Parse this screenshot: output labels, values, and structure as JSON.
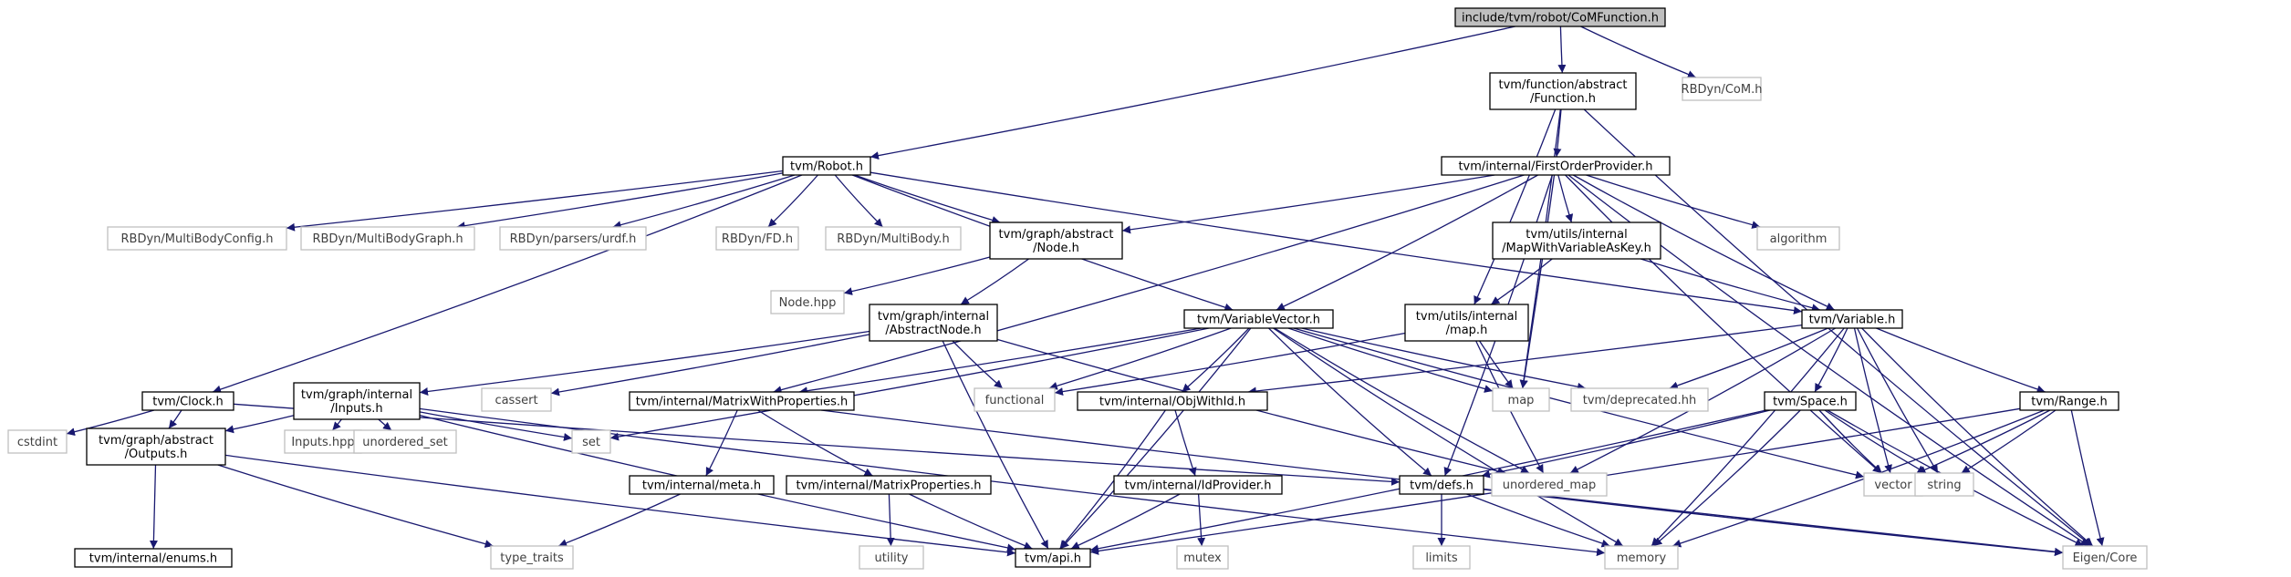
{
  "colors": {
    "edge": "#191970",
    "node_border": "#000000",
    "node_border_external": "#bfbfbf",
    "root_fill": "#bfbfbf",
    "text": "#000000",
    "text_external": "#404040"
  },
  "nodes": [
    {
      "id": "root",
      "lines": [
        "include/tvm/robot/CoMFunction.h"
      ],
      "kind": "root"
    },
    {
      "id": "function",
      "lines": [
        "tvm/function/abstract",
        "/Function.h"
      ],
      "kind": "local"
    },
    {
      "id": "rbdyn_com",
      "lines": [
        "RBDyn/CoM.h"
      ],
      "kind": "external"
    },
    {
      "id": "robot",
      "lines": [
        "tvm/Robot.h"
      ],
      "kind": "local"
    },
    {
      "id": "first_order",
      "lines": [
        "tvm/internal/FirstOrderProvider.h"
      ],
      "kind": "local"
    },
    {
      "id": "mbc",
      "lines": [
        "RBDyn/MultiBodyConfig.h"
      ],
      "kind": "external"
    },
    {
      "id": "mbg",
      "lines": [
        "RBDyn/MultiBodyGraph.h"
      ],
      "kind": "external"
    },
    {
      "id": "urdf",
      "lines": [
        "RBDyn/parsers/urdf.h"
      ],
      "kind": "external"
    },
    {
      "id": "fd",
      "lines": [
        "RBDyn/FD.h"
      ],
      "kind": "external"
    },
    {
      "id": "mb",
      "lines": [
        "RBDyn/MultiBody.h"
      ],
      "kind": "external"
    },
    {
      "id": "node_h",
      "lines": [
        "tvm/graph/abstract",
        "/Node.h"
      ],
      "kind": "local"
    },
    {
      "id": "mapwithvar",
      "lines": [
        "tvm/utils/internal",
        "/MapWithVariableAsKey.h"
      ],
      "kind": "local"
    },
    {
      "id": "algorithm",
      "lines": [
        "algorithm"
      ],
      "kind": "external"
    },
    {
      "id": "node_hpp",
      "lines": [
        "Node.hpp"
      ],
      "kind": "external"
    },
    {
      "id": "abstractnode",
      "lines": [
        "tvm/graph/internal",
        "/AbstractNode.h"
      ],
      "kind": "local"
    },
    {
      "id": "varvec",
      "lines": [
        "tvm/VariableVector.h"
      ],
      "kind": "local"
    },
    {
      "id": "map_h",
      "lines": [
        "tvm/utils/internal",
        "/map.h"
      ],
      "kind": "local"
    },
    {
      "id": "variable",
      "lines": [
        "tvm/Variable.h"
      ],
      "kind": "local"
    },
    {
      "id": "clock",
      "lines": [
        "tvm/Clock.h"
      ],
      "kind": "local"
    },
    {
      "id": "inputs",
      "lines": [
        "tvm/graph/internal",
        "/Inputs.h"
      ],
      "kind": "local"
    },
    {
      "id": "cassert",
      "lines": [
        "cassert"
      ],
      "kind": "external"
    },
    {
      "id": "mwp",
      "lines": [
        "tvm/internal/MatrixWithProperties.h"
      ],
      "kind": "local"
    },
    {
      "id": "functional",
      "lines": [
        "functional"
      ],
      "kind": "external"
    },
    {
      "id": "objwithid",
      "lines": [
        "tvm/internal/ObjWithId.h"
      ],
      "kind": "local"
    },
    {
      "id": "map",
      "lines": [
        "map"
      ],
      "kind": "external"
    },
    {
      "id": "deprecated",
      "lines": [
        "tvm/deprecated.hh"
      ],
      "kind": "external"
    },
    {
      "id": "space",
      "lines": [
        "tvm/Space.h"
      ],
      "kind": "local"
    },
    {
      "id": "range",
      "lines": [
        "tvm/Range.h"
      ],
      "kind": "local"
    },
    {
      "id": "cstdint",
      "lines": [
        "cstdint"
      ],
      "kind": "external"
    },
    {
      "id": "outputs",
      "lines": [
        "tvm/graph/abstract",
        "/Outputs.h"
      ],
      "kind": "local"
    },
    {
      "id": "inputs_hpp",
      "lines": [
        "Inputs.hpp"
      ],
      "kind": "external"
    },
    {
      "id": "unordered_set",
      "lines": [
        "unordered_set"
      ],
      "kind": "external"
    },
    {
      "id": "set",
      "lines": [
        "set"
      ],
      "kind": "external"
    },
    {
      "id": "meta",
      "lines": [
        "tvm/internal/meta.h"
      ],
      "kind": "local"
    },
    {
      "id": "matprops",
      "lines": [
        "tvm/internal/MatrixProperties.h"
      ],
      "kind": "local"
    },
    {
      "id": "idprovider",
      "lines": [
        "tvm/internal/IdProvider.h"
      ],
      "kind": "local"
    },
    {
      "id": "defs",
      "lines": [
        "tvm/defs.h"
      ],
      "kind": "local"
    },
    {
      "id": "unordered_map",
      "lines": [
        "unordered_map"
      ],
      "kind": "external"
    },
    {
      "id": "vector",
      "lines": [
        "vector"
      ],
      "kind": "external"
    },
    {
      "id": "string",
      "lines": [
        "string"
      ],
      "kind": "external"
    },
    {
      "id": "enums",
      "lines": [
        "tvm/internal/enums.h"
      ],
      "kind": "local"
    },
    {
      "id": "type_traits",
      "lines": [
        "type_traits"
      ],
      "kind": "external"
    },
    {
      "id": "utility",
      "lines": [
        "utility"
      ],
      "kind": "external"
    },
    {
      "id": "api",
      "lines": [
        "tvm/api.h"
      ],
      "kind": "local"
    },
    {
      "id": "mutex",
      "lines": [
        "mutex"
      ],
      "kind": "external"
    },
    {
      "id": "limits",
      "lines": [
        "limits"
      ],
      "kind": "external"
    },
    {
      "id": "memory",
      "lines": [
        "memory"
      ],
      "kind": "external"
    },
    {
      "id": "eigen",
      "lines": [
        "Eigen/Core"
      ],
      "kind": "external"
    }
  ],
  "edges": [
    [
      "root",
      "function"
    ],
    [
      "root",
      "rbdyn_com"
    ],
    [
      "root",
      "robot"
    ],
    [
      "function",
      "first_order"
    ],
    [
      "function",
      "map_h"
    ],
    [
      "function",
      "map"
    ],
    [
      "function",
      "eigen"
    ],
    [
      "robot",
      "mbc"
    ],
    [
      "robot",
      "mbg"
    ],
    [
      "robot",
      "urdf"
    ],
    [
      "robot",
      "fd"
    ],
    [
      "robot",
      "mb"
    ],
    [
      "robot",
      "node_h"
    ],
    [
      "robot",
      "varvec"
    ],
    [
      "robot",
      "variable"
    ],
    [
      "robot",
      "clock"
    ],
    [
      "first_order",
      "node_h"
    ],
    [
      "first_order",
      "mapwithvar"
    ],
    [
      "first_order",
      "algorithm"
    ],
    [
      "first_order",
      "varvec"
    ],
    [
      "first_order",
      "variable"
    ],
    [
      "first_order",
      "mwp"
    ],
    [
      "first_order",
      "map"
    ],
    [
      "first_order",
      "defs"
    ],
    [
      "first_order",
      "vector"
    ],
    [
      "first_order",
      "eigen"
    ],
    [
      "node_h",
      "node_hpp"
    ],
    [
      "node_h",
      "abstractnode"
    ],
    [
      "mapwithvar",
      "map_h"
    ],
    [
      "mapwithvar",
      "variable"
    ],
    [
      "abstractnode",
      "inputs"
    ],
    [
      "abstractnode",
      "cassert"
    ],
    [
      "abstractnode",
      "api"
    ],
    [
      "abstractnode",
      "functional"
    ],
    [
      "abstractnode",
      "unordered_map"
    ],
    [
      "varvec",
      "mwp"
    ],
    [
      "varvec",
      "objwithid"
    ],
    [
      "varvec",
      "functional"
    ],
    [
      "varvec",
      "map"
    ],
    [
      "varvec",
      "deprecated"
    ],
    [
      "varvec",
      "set"
    ],
    [
      "varvec",
      "defs"
    ],
    [
      "varvec",
      "api"
    ],
    [
      "varvec",
      "vector"
    ],
    [
      "varvec",
      "memory"
    ],
    [
      "varvec",
      "unordered_map"
    ],
    [
      "map_h",
      "map"
    ],
    [
      "map_h",
      "unordered_map"
    ],
    [
      "map_h",
      "functional"
    ],
    [
      "variable",
      "objwithid"
    ],
    [
      "variable",
      "deprecated"
    ],
    [
      "variable",
      "space"
    ],
    [
      "variable",
      "range"
    ],
    [
      "variable",
      "vector"
    ],
    [
      "variable",
      "string"
    ],
    [
      "variable",
      "eigen"
    ],
    [
      "variable",
      "memory"
    ],
    [
      "variable",
      "unordered_map"
    ],
    [
      "clock",
      "cstdint"
    ],
    [
      "clock",
      "outputs"
    ],
    [
      "clock",
      "defs"
    ],
    [
      "inputs",
      "outputs"
    ],
    [
      "inputs",
      "inputs_hpp"
    ],
    [
      "inputs",
      "unordered_set"
    ],
    [
      "inputs",
      "set"
    ],
    [
      "inputs",
      "api"
    ],
    [
      "inputs",
      "memory"
    ],
    [
      "mwp",
      "meta"
    ],
    [
      "mwp",
      "matprops"
    ],
    [
      "mwp",
      "eigen"
    ],
    [
      "objwithid",
      "idprovider"
    ],
    [
      "objwithid",
      "api"
    ],
    [
      "space",
      "defs"
    ],
    [
      "space",
      "api"
    ],
    [
      "space",
      "vector"
    ],
    [
      "space",
      "string"
    ],
    [
      "space",
      "eigen"
    ],
    [
      "space",
      "memory"
    ],
    [
      "range",
      "vector"
    ],
    [
      "range",
      "string"
    ],
    [
      "range",
      "eigen"
    ],
    [
      "range",
      "api"
    ],
    [
      "range",
      "memory"
    ],
    [
      "outputs",
      "enums"
    ],
    [
      "outputs",
      "type_traits"
    ],
    [
      "outputs",
      "api"
    ],
    [
      "meta",
      "type_traits"
    ],
    [
      "matprops",
      "utility"
    ],
    [
      "matprops",
      "api"
    ],
    [
      "idprovider",
      "api"
    ],
    [
      "idprovider",
      "mutex"
    ],
    [
      "defs",
      "limits"
    ],
    [
      "defs",
      "memory"
    ],
    [
      "defs",
      "eigen"
    ]
  ]
}
